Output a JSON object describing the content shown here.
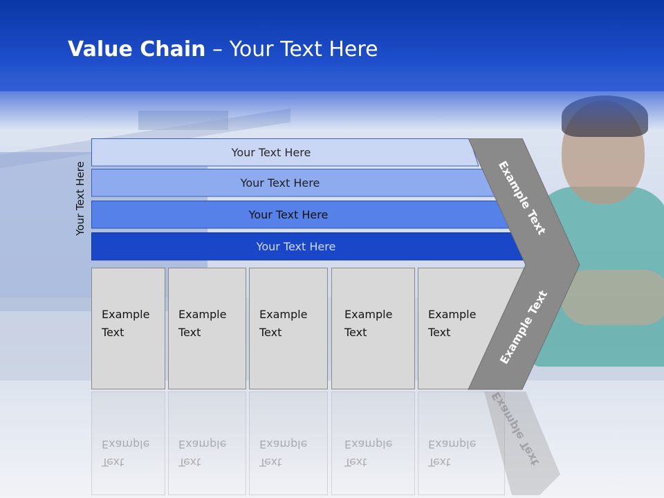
{
  "header": {
    "title_bold": "Value Chain",
    "title_rest": " – Your Text Here"
  },
  "side_label": "Your Text Here",
  "bars": [
    {
      "label": "Your Text Here"
    },
    {
      "label": "Your Text Here"
    },
    {
      "label": "Your Text Here"
    },
    {
      "label": "Your Text Here"
    }
  ],
  "columns": [
    {
      "line1": "Example",
      "line2": "Text"
    },
    {
      "line1": "Example",
      "line2": "Text"
    },
    {
      "line1": "Example",
      "line2": "Text"
    },
    {
      "line1": "Example",
      "line2": "Text"
    },
    {
      "line1": "Example",
      "line2": "Text"
    }
  ],
  "chevron": {
    "top_label": "Example Text",
    "bottom_label": "Example Text"
  },
  "colors": {
    "header": "#1f4fcc",
    "bar1": "#c9d7f5",
    "bar2": "#8fabf0",
    "bar3": "#5581e8",
    "bar4": "#1a46c8",
    "column": "#d8d8d8",
    "chevron": "#8a8a8a"
  }
}
